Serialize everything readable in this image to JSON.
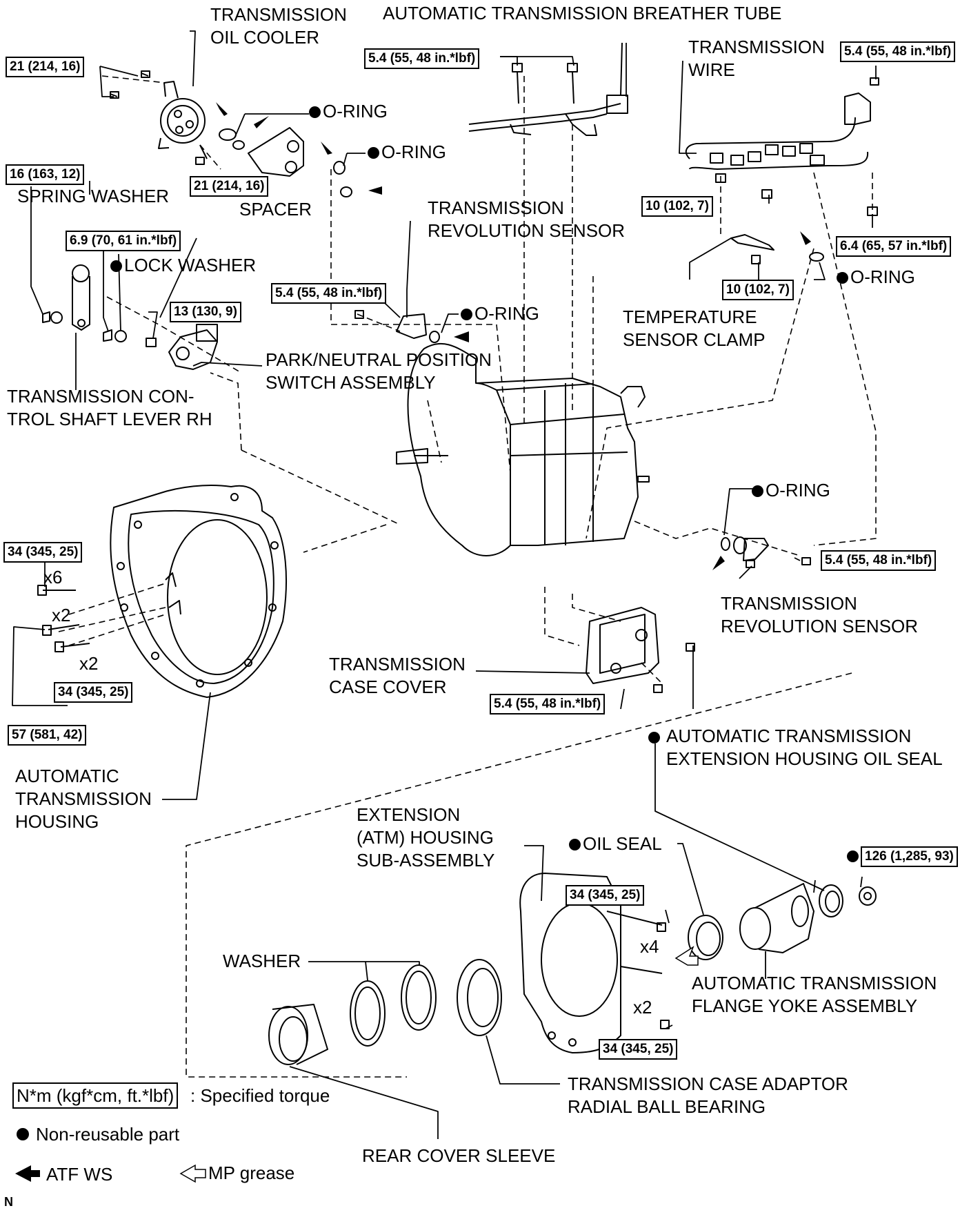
{
  "labels": {
    "oil_cooler": "TRANSMISSION\nOIL COOLER",
    "breather": "AUTOMATIC TRANSMISSION BREATHER TUBE",
    "trans_wire": "TRANSMISSION\nWIRE",
    "oring_1": "O-RING",
    "oring_2": "O-RING",
    "oring_3": "O-RING",
    "oring_4": "O-RING",
    "oring_5": "O-RING",
    "spring_washer": "SPRING WASHER",
    "spacer": "SPACER",
    "rev_sensor_top": "TRANSMISSION\nREVOLUTION SENSOR",
    "lock_washer": "LOCK WASHER",
    "temp_clamp": "TEMPERATURE\nSENSOR CLAMP",
    "pnp_switch": "PARK/NEUTRAL POSITION\nSWITCH ASSEMBLY",
    "shaft_lever": "TRANSMISSION CON-\nTROL SHAFT LEVER RH",
    "rev_sensor_right": "TRANSMISSION\nREVOLUTION SENSOR",
    "case_cover": "TRANSMISSION\nCASE COVER",
    "ext_oil_seal": "AUTOMATIC TRANSMISSION\nEXTENSION HOUSING OIL SEAL",
    "housing": "AUTOMATIC\nTRANSMISSION\nHOUSING",
    "ext_housing": "EXTENSION\n(ATM) HOUSING\nSUB-ASSEMBLY",
    "oil_seal": "OIL SEAL",
    "washer": "WASHER",
    "flange_yoke": "AUTOMATIC TRANSMISSION\nFLANGE YOKE ASSEMBLY",
    "bearing": "TRANSMISSION CASE ADAPTOR\nRADIAL BALL BEARING",
    "sleeve": "REAR COVER SLEEVE",
    "x6": "x6",
    "x2a": "x2",
    "x2b": "x2",
    "x4": "x4",
    "x2c": "x2"
  },
  "torques": {
    "t21a": "21 (214, 16)",
    "t21b": "21 (214, 16)",
    "t54_top": "5.4 (55, 48 in.*lbf)",
    "t54_wire": "5.4 (55, 48 in.*lbf)",
    "t16": "16 (163, 12)",
    "t10a": "10 (102, 7)",
    "t69": "6.9 (70, 61 in.*lbf)",
    "t64": "6.4 (65, 57 in.*lbf)",
    "t54_sensor": "5.4 (55, 48 in.*lbf)",
    "t13": "13 (130, 9)",
    "t10b": "10 (102, 7)",
    "t34a": "34 (345, 25)",
    "t54_right": "5.4 (55, 48 in.*lbf)",
    "t34b": "34 (345, 25)",
    "t54_cover": "5.4 (55, 48 in.*lbf)",
    "t57": "57 (581, 42)",
    "t126": "126 (1,285, 93)",
    "t34c": "34 (345, 25)",
    "t34d": "34 (345, 25)"
  },
  "legend": {
    "torque_box": "N*m (kgf*cm, ft.*lbf)",
    "torque_desc": ": Specified torque",
    "nonreusable": "Non-reusable part",
    "atf": "ATF WS",
    "mp": "MP grease",
    "n": "N"
  }
}
